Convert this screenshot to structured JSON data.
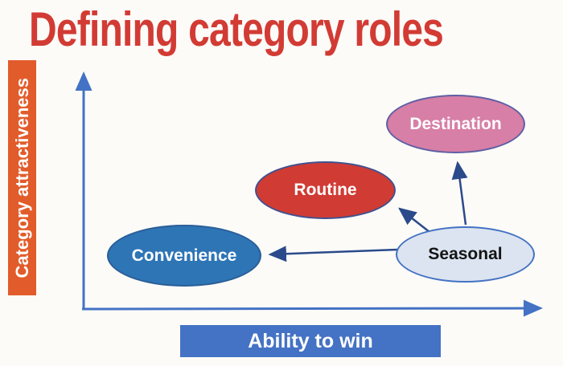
{
  "title": {
    "text": "Defining category roles",
    "color": "#D23B34"
  },
  "axes": {
    "y_label": "Category attractiveness",
    "y_label_bg": "#E25C2B",
    "x_label": "Ability to win",
    "x_label_bg": "#4472C4",
    "axis_color": "#4472C4"
  },
  "nodes": [
    {
      "id": "convenience",
      "label": "Convenience",
      "fill": "#2E75B6",
      "text_color": "#FFFFFF"
    },
    {
      "id": "routine",
      "label": "Routine",
      "fill": "#D03B34",
      "text_color": "#FFFFFF"
    },
    {
      "id": "destination",
      "label": "Destination",
      "fill": "#D77FA6",
      "text_color": "#FFFFFF"
    },
    {
      "id": "seasonal",
      "label": "Seasonal",
      "fill": "#DBE4F0",
      "text_color": "#141414"
    }
  ],
  "edges": [
    {
      "from": "Seasonal",
      "to": "Convenience"
    },
    {
      "from": "Seasonal",
      "to": "Routine"
    },
    {
      "from": "Seasonal",
      "to": "Destination"
    }
  ],
  "edge_color": "#2B4A8B"
}
